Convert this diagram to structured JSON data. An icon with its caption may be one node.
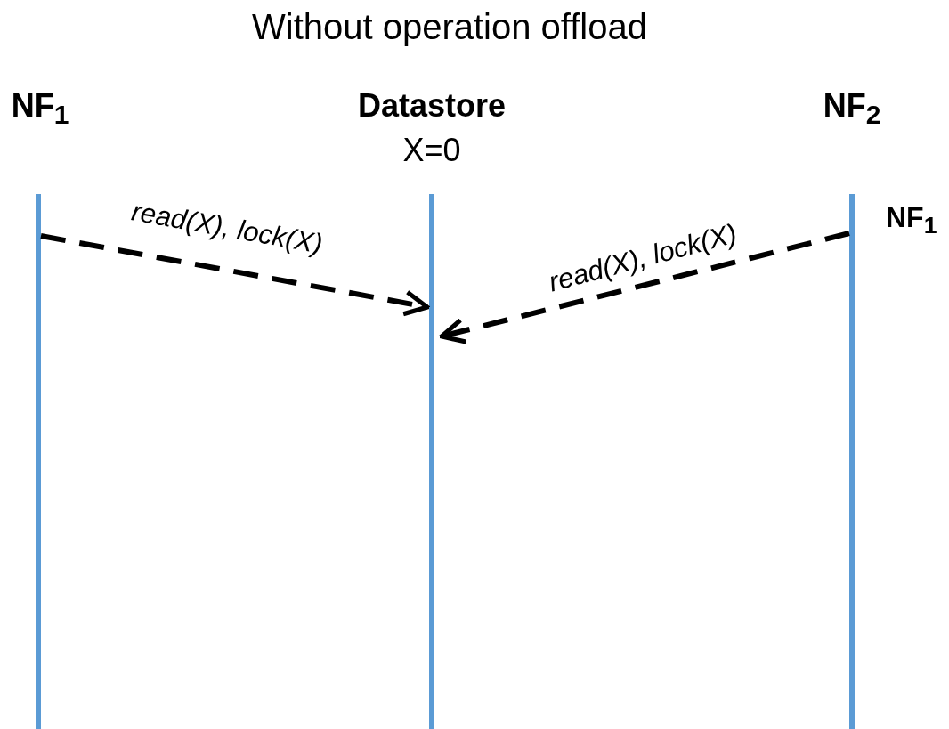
{
  "diagram": {
    "title": "Without operation offload",
    "nodes": [
      {
        "text": [
          "NF$_{1}$"
        ]
      },
      {
        "text": [
          "Datastore",
          "X=0"
        ]
      },
      {
        "text": [
          "NF$_{2}$"
        ]
      }
    ],
    "edges": [
      {
        "from": 0,
        "to": 1,
        "arrow": "to",
        "label": "read(X), lock(X)",
        "style": "dashed"
      },
      {
        "from": 2,
        "to": 1,
        "arrow": "to",
        "label": "read(X), lock(X)",
        "style": "dashed"
      }
    ],
    "labels": [
      "NF$_{1}$"
    ]
  }
}
